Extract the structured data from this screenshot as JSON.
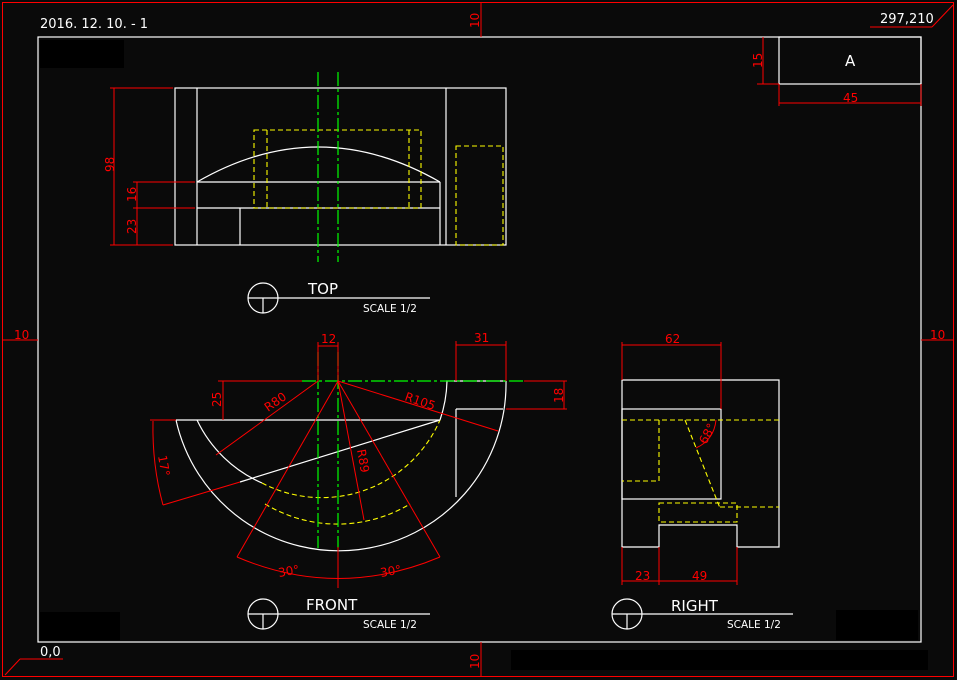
{
  "sheet": {
    "date_label": "2016. 12. 10. - 1",
    "size_label": "297,210",
    "origin_label": "0,0",
    "margin_top": "10",
    "margin_bottom": "10",
    "margin_left": "10",
    "margin_right": "10"
  },
  "title_block": {
    "letter": "A",
    "height_dim": "15",
    "width_dim": "45"
  },
  "views": {
    "top": {
      "title": "TOP",
      "scale": "SCALE 1/2",
      "dims": {
        "total": "98",
        "middle": "16",
        "bottom": "23"
      }
    },
    "front": {
      "title": "FRONT",
      "scale": "SCALE 1/2",
      "dims": {
        "offset": "12",
        "width_right": "31",
        "height_right": "18",
        "drop": "25",
        "r80": "R80",
        "r105": "R105",
        "r89": "R89",
        "angle_left": "17°",
        "angle_a": "30°",
        "angle_b": "30°"
      }
    },
    "right": {
      "title": "RIGHT",
      "scale": "SCALE 1/2",
      "dims": {
        "top_width": "62",
        "left": "23",
        "notch": "49",
        "angle": "68°"
      }
    }
  },
  "colors": {
    "outline": "#ffffff",
    "dimension": "#ff0000",
    "hidden": "#ffff00",
    "center": "#00ff00"
  }
}
